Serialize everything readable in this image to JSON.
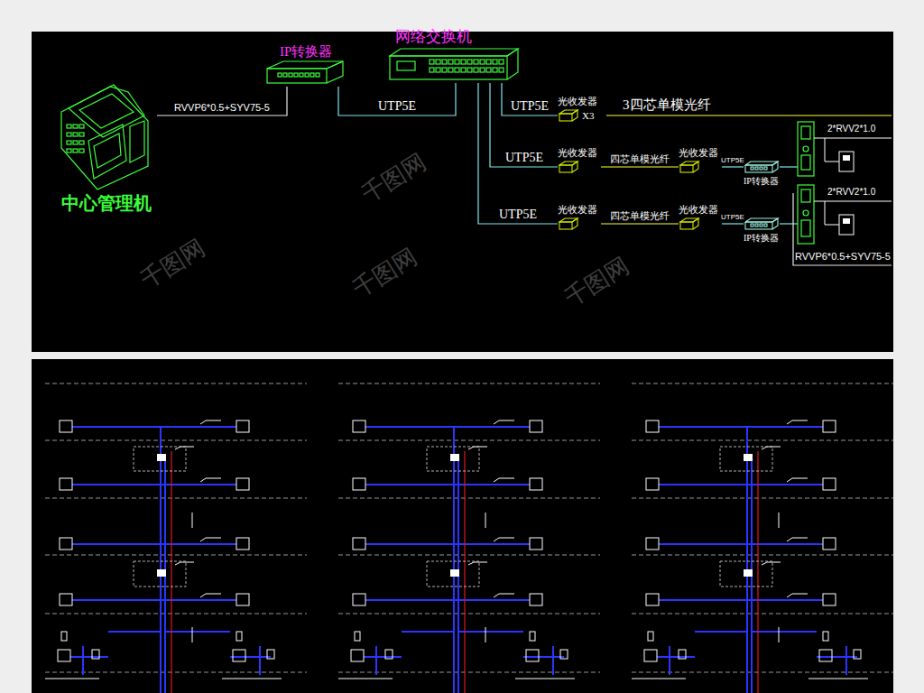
{
  "diagram": {
    "nodes": [
      {
        "text": [
          "中心管理机"
        ]
      },
      {
        "text": [
          "IP转换器"
        ]
      },
      {
        "text": [
          "网络交换机"
        ]
      },
      {
        "text": [
          "光收发器",
          "X3"
        ]
      },
      {
        "text": [
          "光收发器"
        ]
      },
      {
        "text": [
          "光收发器"
        ]
      },
      {
        "text": [
          "IP转换器"
        ]
      },
      {
        "text": [
          "光收发器"
        ]
      },
      {
        "text": [
          "光收发器"
        ]
      },
      {
        "text": [
          "IP转换器"
        ]
      }
    ],
    "edges": [
      {
        "from": 0,
        "to": 1,
        "label": "RVVP6*0.5+SYV75-5",
        "arrow": "none"
      },
      {
        "from": 1,
        "to": 2,
        "label": "UTP5E",
        "arrow": "none"
      },
      {
        "from": 2,
        "to": 3,
        "label": "UTP5E",
        "arrow": "none"
      },
      {
        "from": 2,
        "to": 4,
        "label": "UTP5E",
        "arrow": "none"
      },
      {
        "from": 2,
        "to": 7,
        "label": "UTP5E",
        "arrow": "none"
      },
      {
        "from": 4,
        "to": 5,
        "label": "四芯单模光纤",
        "arrow": "none"
      },
      {
        "from": 5,
        "to": 6,
        "label": "UTP5E",
        "arrow": "none"
      },
      {
        "from": 7,
        "to": 8,
        "label": "四芯单模光纤",
        "arrow": "none"
      },
      {
        "from": 8,
        "to": 9,
        "label": "UTP5E",
        "arrow": "none"
      }
    ],
    "labels": [
      "3四芯单模光纤",
      "2*RVV2*1.0",
      "2*RVV2*1.0",
      "RVVP6*0.5+SYV75-5",
      "千图网",
      "千图网",
      "千图网",
      "千图网"
    ]
  }
}
